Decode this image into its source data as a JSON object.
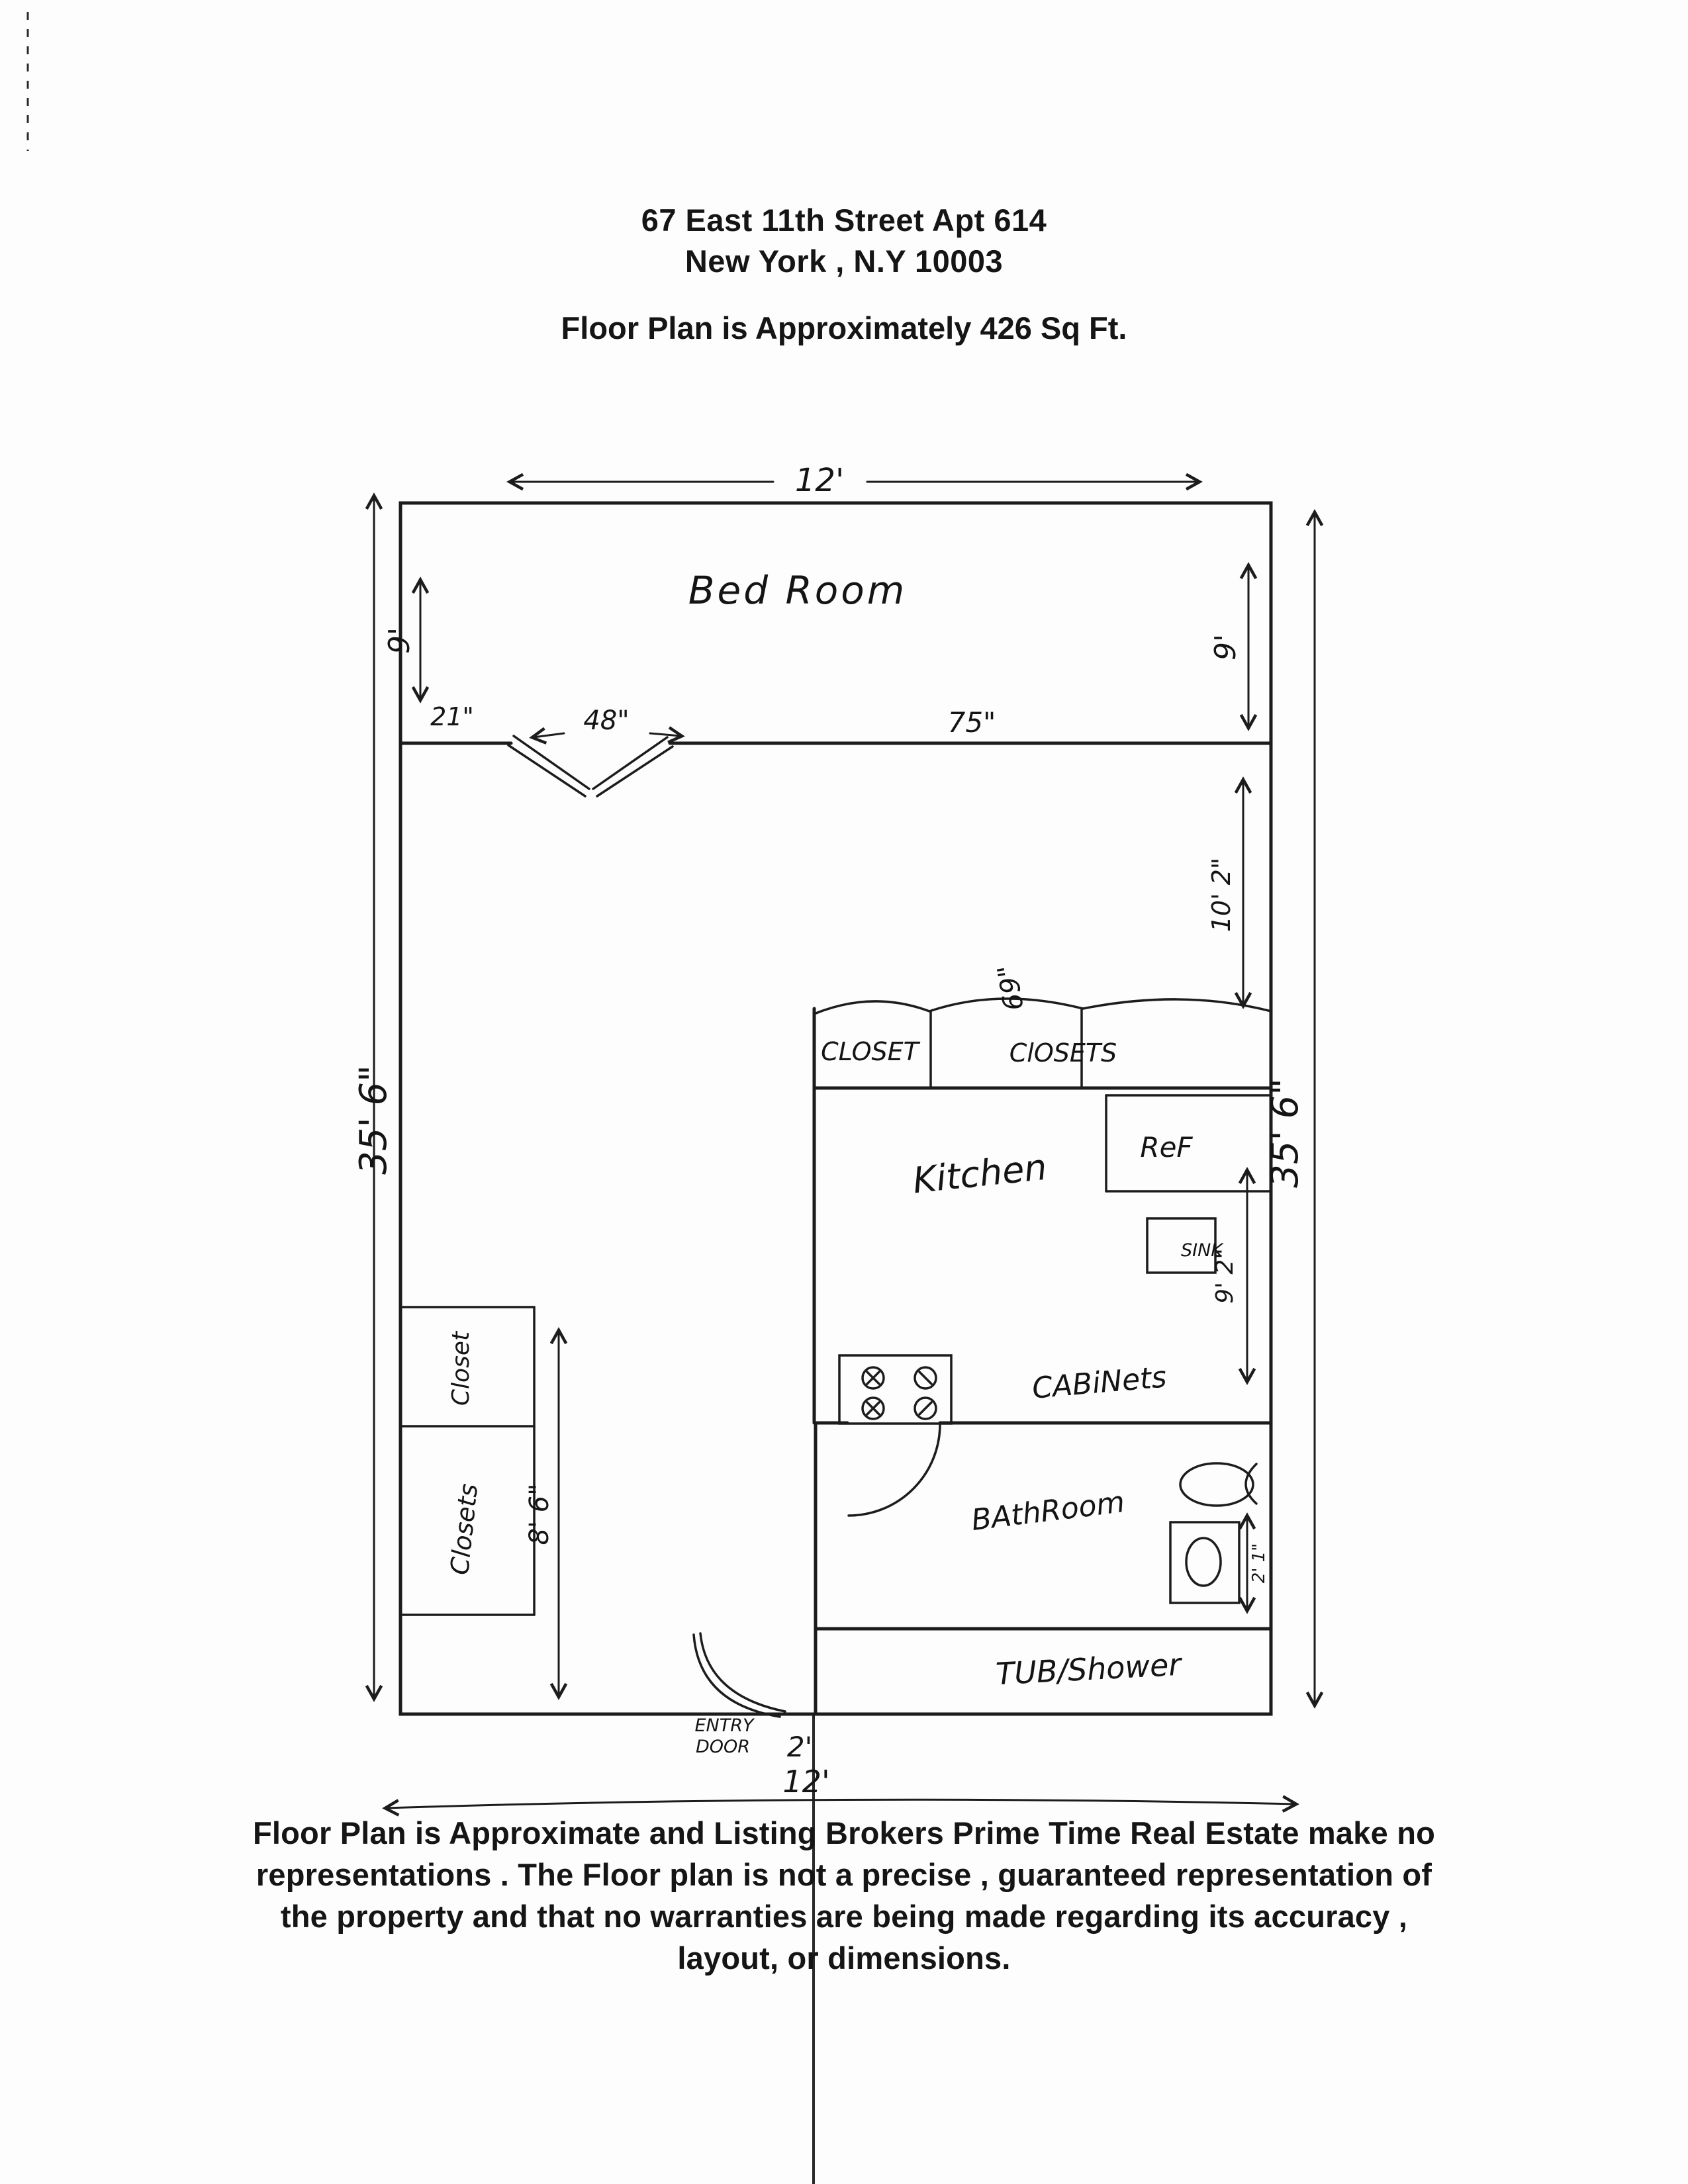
{
  "header": {
    "address_line1": "67 East 11th Street Apt 614",
    "address_line2": "New York , N.Y 10003",
    "subtitle": "Floor Plan is Approximately 426 Sq Ft."
  },
  "plan": {
    "rooms": {
      "bedroom": "Bed Room",
      "kitchen": "Kitchen",
      "bathroom": "BAthRoom",
      "tub_shower": "TUB/Shower",
      "cabinets": "CABiNets",
      "ref": "ReF",
      "sink": "SINK",
      "closet_row_left": "CLOSET",
      "closet_row_right": "ClOSETS",
      "closet_side_top": "Closet",
      "closet_side_bottom": "Closets",
      "entry_line1": "ENTRY",
      "entry_line2": "DOOR",
      "entry_width": "2'"
    },
    "dims": {
      "top": "12'",
      "bottom": "12'",
      "left": "35' 6\"",
      "right": "35' 6\"",
      "bed_left": "9'",
      "bed_right": "9'",
      "seg_21": "21\"",
      "seg_48": "48\"",
      "seg_75": "75\"",
      "right_mid": "10' 2\"",
      "closet_width": "69\"",
      "kitchen_h": "9' 2\"",
      "closet_h": "8' 6\"",
      "bath_h": "2' 1\""
    }
  },
  "footer": {
    "line1": "Floor Plan is Approximate and Listing Brokers Prime Time Real Estate make no",
    "line2": "representations .  The Floor plan is not a precise , guaranteed representation of",
    "line3": "the property and that no warranties are being made  regarding its accuracy ,",
    "line4": "layout, or dimensions."
  }
}
